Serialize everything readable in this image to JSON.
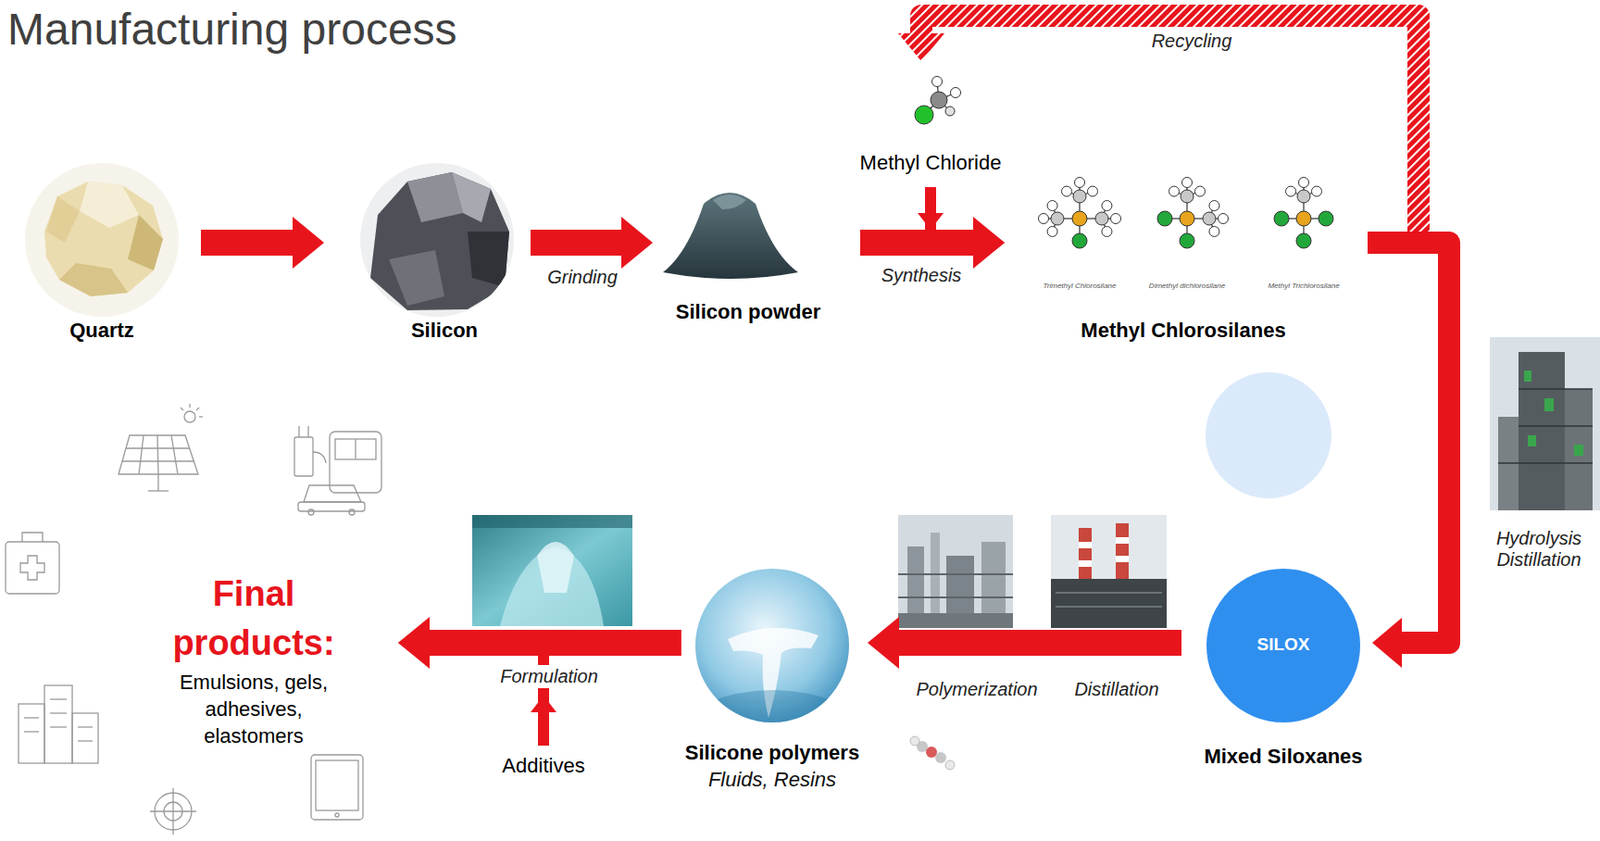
{
  "diagram": {
    "title": "Manufacturing process",
    "nodes": [
      {
        "text": [
          "Quartz"
        ]
      },
      {
        "text": [
          "Silicon"
        ]
      },
      {
        "text": [
          "Silicon powder"
        ]
      },
      {
        "text": [
          "Methyl Chloride"
        ]
      },
      {
        "text": [
          "Methyl Chlorosilanes"
        ]
      },
      {
        "text": [
          "SILOX",
          "Mixed Siloxanes"
        ]
      },
      {
        "text": [
          "Silicone polymers",
          "Fluids, Resins"
        ]
      },
      {
        "text": [
          "Additives"
        ]
      },
      {
        "text": [
          "Final products:",
          "Emulsions, gels, adhesives, elastomers"
        ]
      }
    ],
    "edges": [
      {
        "from": 0,
        "to": 1,
        "arrow": "to"
      },
      {
        "from": 1,
        "to": 2,
        "arrow": "to",
        "label": "Grinding"
      },
      {
        "from": 2,
        "to": 4,
        "arrow": "to",
        "label": "Synthesis"
      },
      {
        "from": 3,
        "to": 4,
        "arrow": "to"
      },
      {
        "from": 4,
        "to": 3,
        "arrow": "to",
        "label": "Recycling"
      },
      {
        "from": 4,
        "to": 5,
        "arrow": "to",
        "label": "Hydrolysis Distillation"
      },
      {
        "from": 5,
        "to": 6,
        "arrow": "to"
      },
      {
        "from": 6,
        "to": 8,
        "arrow": "to",
        "label": "Formulation"
      },
      {
        "from": 7,
        "to": 8,
        "arrow": "to"
      }
    ],
    "labels": [
      "Trimethyl Chlorosilane",
      "Dimethyl dichlorosilane",
      "Methyl Trichlorosilane",
      "Polymerization",
      "Distillation"
    ]
  }
}
